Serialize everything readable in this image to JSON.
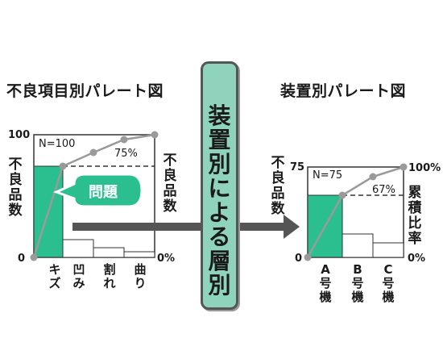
{
  "left_chart": {
    "title": "不良項目別パレート図",
    "y_left_label": "不良品数",
    "y_right_label": "不良品数",
    "y_max_tick": "100",
    "y_zero_tick": "0",
    "y_right_zero_tick": "0%",
    "n_label": "N=100",
    "pct_label": "75%",
    "callout": "問題",
    "categories": [
      "キズ",
      "凹み",
      "割れ",
      "曲り"
    ],
    "accent": "#2bbf8f"
  },
  "banner": {
    "text": "装置別による層別",
    "color": "#8fd3bd"
  },
  "right_chart": {
    "title": "装置別パレート図",
    "y_left_label": "不良品数",
    "y_right_label": "累積比率",
    "y_max_tick": "75",
    "y_zero_tick": "0",
    "y_right_max_tick": "100%",
    "y_right_zero_tick": "0%",
    "n_label": "N=75",
    "pct_label": "67%",
    "categories": [
      "A号機",
      "B号機",
      "C号機"
    ]
  },
  "chart_data": [
    {
      "type": "bar",
      "title": "不良項目別パレート図",
      "categories": [
        "キズ",
        "凹み",
        "割れ",
        "曲り"
      ],
      "values": [
        75,
        14,
        7,
        4
      ],
      "cumulative_percent": [
        75,
        89,
        96,
        100
      ],
      "ylim": [
        0,
        100
      ],
      "n": 100
    },
    {
      "type": "bar",
      "title": "装置別パレート図",
      "categories": [
        "A号機",
        "B号機",
        "C号機"
      ],
      "values": [
        50,
        17,
        8
      ],
      "cumulative_percent": [
        67,
        89,
        100
      ],
      "ylim": [
        0,
        75
      ],
      "n": 75
    }
  ]
}
